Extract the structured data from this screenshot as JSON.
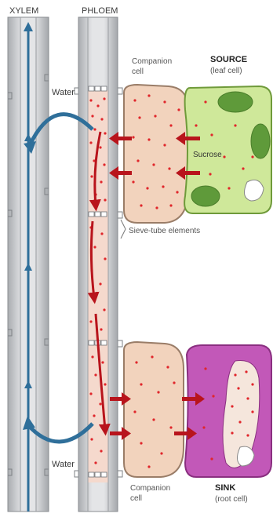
{
  "labels": {
    "xylem": "XYLEM",
    "phloem": "PHLOEM",
    "water_top": "Water",
    "water_bottom": "Water",
    "companion_top_1": "Companion",
    "companion_top_2": "cell",
    "source_1": "SOURCE",
    "source_2": "(leaf cell)",
    "sucrose": "Sucrose",
    "sieve_tube": "Sieve-tube elements",
    "companion_bottom_1": "Companion",
    "companion_bottom_2": "cell",
    "sink_1": "SINK",
    "sink_2": "(root cell)"
  },
  "colors": {
    "xylem_fill": "#c9cbce",
    "water_arrow": "#2f6f9a",
    "sucrose_arrow": "#b8141c",
    "companion_fill": "#f2d3bd",
    "leaf_fill": "#cfe89a",
    "chloroplast": "#5f9a3a",
    "sink_fill": "#c258b8",
    "sugar_dot": "#e0262b"
  }
}
